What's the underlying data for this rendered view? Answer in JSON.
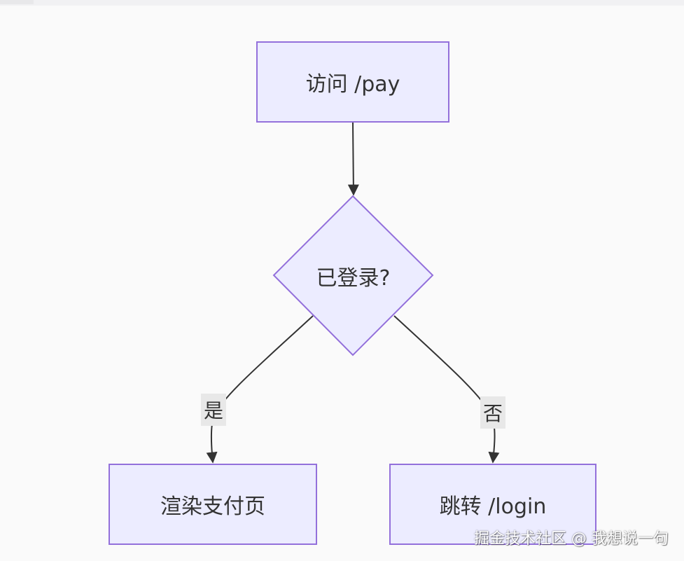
{
  "diagram": {
    "nodes": {
      "visit": {
        "label": "访问 /pay",
        "shape": "rect"
      },
      "logged_in": {
        "label": "已登录?",
        "shape": "diamond"
      },
      "render": {
        "label": "渲染支付页",
        "shape": "rect"
      },
      "redirect": {
        "label": "跳转 /login",
        "shape": "rect"
      }
    },
    "edges": {
      "visit_to_check": {
        "from": "visit",
        "to": "logged_in",
        "label": ""
      },
      "yes": {
        "from": "logged_in",
        "to": "render",
        "label": "是"
      },
      "no": {
        "from": "logged_in",
        "to": "redirect",
        "label": "否"
      }
    },
    "colors": {
      "node_fill": "#ececff",
      "node_stroke": "#9370db",
      "edge_stroke": "#333333",
      "text": "#333333",
      "edge_label_bg": "#e8e8e8"
    }
  },
  "watermark": "掘金技术社区 @ 我想说一句"
}
